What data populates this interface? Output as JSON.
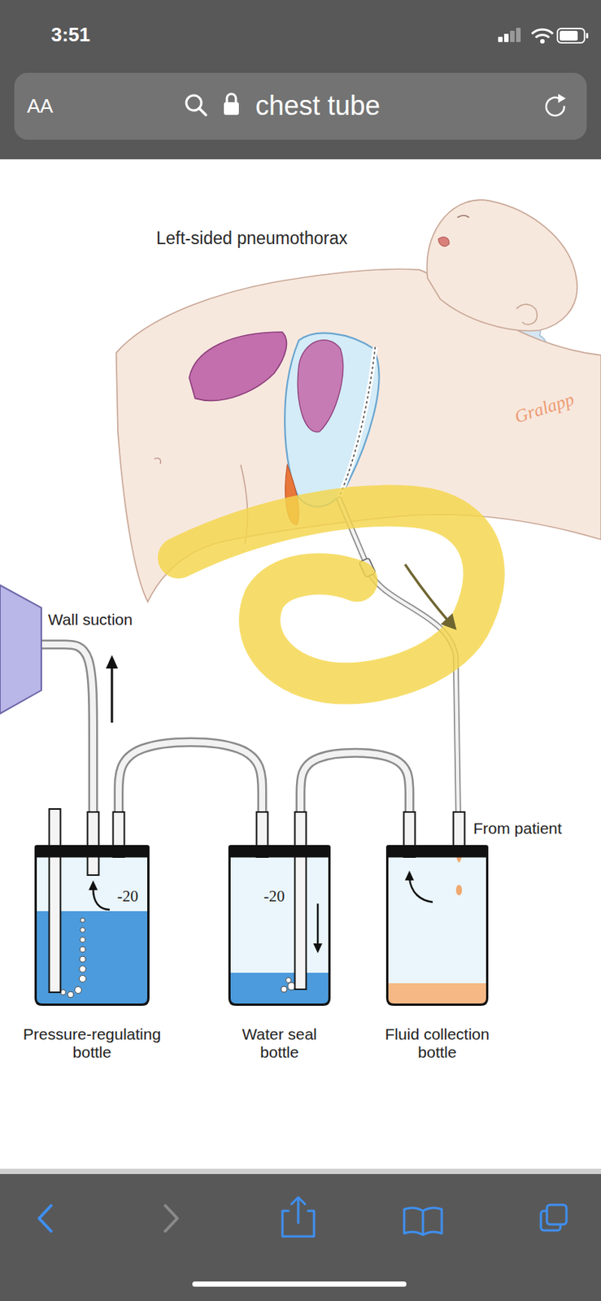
{
  "diagram": {
    "nodes": [
      {
        "text": [
          "Wall suction"
        ]
      },
      {
        "text": [
          "-20",
          "Pressure-regulating bottle"
        ]
      },
      {
        "text": [
          "-20",
          "Water seal bottle"
        ]
      },
      {
        "text": [
          "Fluid collection bottle"
        ]
      }
    ],
    "edges": [
      {
        "from": 3,
        "to": 2,
        "arrow": "none"
      },
      {
        "from": 2,
        "to": 1,
        "arrow": "none"
      },
      {
        "from": 1,
        "to": 0,
        "arrow": "none"
      }
    ],
    "labels": [
      "3:51",
      "AA",
      "chest tube",
      "Left-sided pneumothorax",
      "Gralapp",
      "From patient"
    ]
  }
}
